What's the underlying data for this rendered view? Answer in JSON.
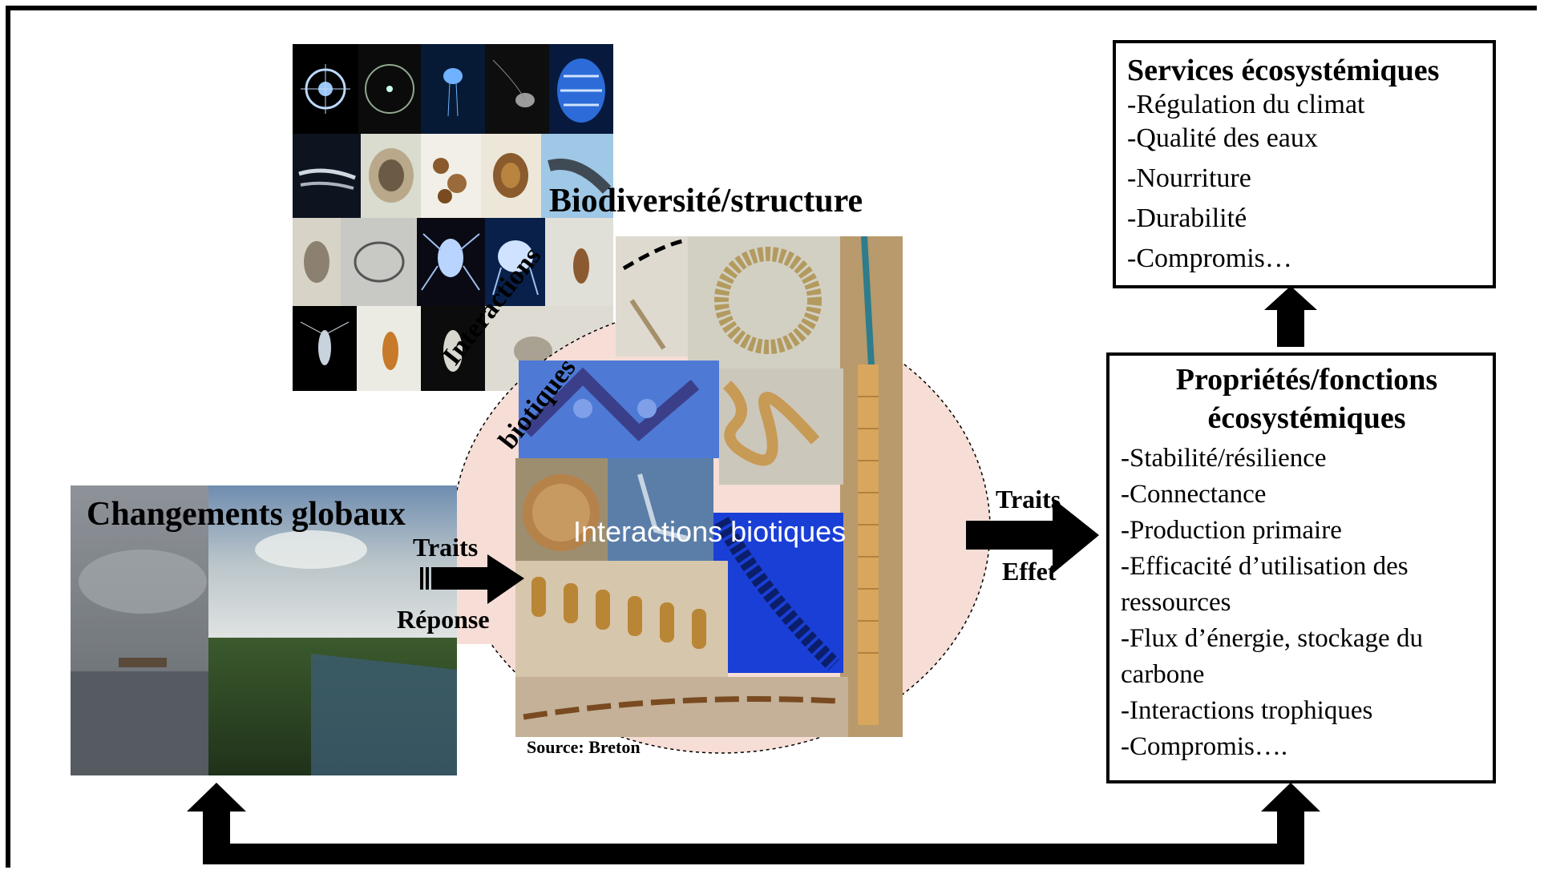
{
  "services": {
    "title": "Services écosystémiques",
    "items": [
      "-Régulation du  climat",
      "-Qualité des eaux",
      "-Nourriture",
      "-Durabilité",
      "-Compromis…"
    ]
  },
  "properties": {
    "title_line1": "Propriétés/fonctions",
    "title_line2": "écosystémiques",
    "items": [
      "-Stabilité/résilience",
      "-Connectance",
      "-Production primaire",
      "-Efficacité d’utilisation des",
      "ressources",
      "-Flux d’énergie, stockage du",
      "carbone",
      "-Interactions trophiques",
      "-Compromis…."
    ]
  },
  "labels": {
    "biodiversity": "Biodiversité/structure",
    "global_changes": "Changements globaux",
    "traits_response": "Traits",
    "response": "Réponse",
    "traits_effect": "Traits",
    "effect": "Effet",
    "interactions_center": "Interactions biotiques",
    "interactions_curved_1": "Interactions",
    "interactions_curved_2": "biotiques",
    "source": "Source: Breton"
  },
  "colors": {
    "frame": "#000000",
    "circle_fill": "#f6ddd6",
    "landscape_sky": "#9aa3ad",
    "landscape_ground": "#2d4a22",
    "diatom_blue": "#1a3fd6",
    "micro_bg": "#c9b79a"
  }
}
